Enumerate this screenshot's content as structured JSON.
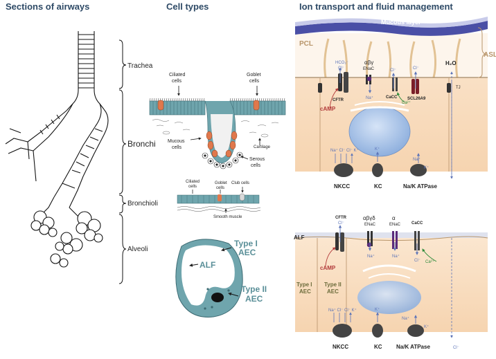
{
  "headers": {
    "sections": "Sections of airways",
    "cell_types": "Cell types",
    "ion_transport": "Ion transport and fluid management"
  },
  "airway_sections": [
    "Trachea",
    "Bronchi",
    "Bronchioli",
    "Alveoli"
  ],
  "bronchi_labels": {
    "ciliated": [
      "Ciliated",
      "cells"
    ],
    "goblet": [
      "Goblet",
      "cells"
    ],
    "mucous": [
      "Mucous",
      "cells"
    ],
    "cartilage": "Cartilage",
    "serous": [
      "Serous",
      "cells"
    ]
  },
  "bronchioli_labels": {
    "ciliated": [
      "Ciliated",
      "cells"
    ],
    "goblet": [
      "Goblet",
      "cells"
    ],
    "club": "Club cells",
    "smooth_muscle": "Smooth muscle"
  },
  "alveoli_labels": {
    "type1": [
      "Type I",
      "AEC"
    ],
    "alf": "ALF",
    "type2": [
      "Type II",
      "AEC"
    ]
  },
  "airway_panel": {
    "mucous_layer": "Mucous layer",
    "pcl": "PCL",
    "asl": "ASL",
    "hco3": "HCO₃⁻",
    "cl": "Cl⁻",
    "na": "Na⁺",
    "k": "K⁺",
    "h2o": "H₂O",
    "tj": "TJ",
    "camp": "cAMP",
    "ca": "Ca²⁺",
    "cftr": "CFTR",
    "enac_sub": "αβγ",
    "enac": "ENaC",
    "cacc": "CaCC",
    "slc": "SCL26A9",
    "nkcc": "NKCC",
    "kc": "KC",
    "nak": "Na/K ATPase",
    "nkcc_ions": "Na⁺ Cl⁻ Cl⁻ K⁺"
  },
  "alveolar_panel": {
    "alf": "ALF",
    "cftr": "CFTR",
    "enac1_sub": "αβγδ",
    "enac2_sub": "α",
    "enac": "ENaC",
    "cacc": "CaCC",
    "camp": "cAMP",
    "ca": "Ca²⁺",
    "cl": "Cl⁻",
    "na": "Na⁺",
    "k": "K⁺",
    "type1": [
      "Type I",
      "AEC"
    ],
    "type2": [
      "Type II",
      "AEC"
    ],
    "nkcc": "NKCC",
    "kc": "KC",
    "nak": "Na/K ATPase",
    "nkcc_ions": "Na⁺ Cl⁻ Cl⁻ K⁺"
  },
  "colors": {
    "heading": "#2e4a66",
    "teal": "#5a8f98",
    "cell": "#f7dcbf",
    "tan": "#b8956a",
    "mucus": "#4a4fa6",
    "nucleus": "#a9c3e8",
    "camp": "#b23a3a",
    "calcium": "#2e8b3a"
  }
}
